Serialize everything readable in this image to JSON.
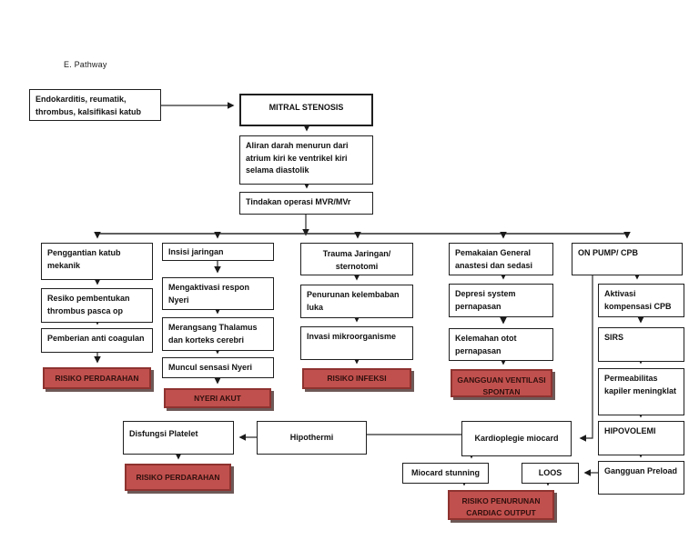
{
  "title": "E. Pathway",
  "colors": {
    "risk_fill": "#c0504d",
    "risk_border": "#8e3330",
    "line": "#2a2a2a"
  },
  "boxes": {
    "cause": "Endokarditis, reumatik, thrombus, kalsifikasi katub",
    "mitral": "MITRAL STENOSIS",
    "aliran": "Aliran darah  menurun dari atrium kiri ke ventrikel kiri selama diastolik",
    "tindakan": "Tindakan operasi MVR/MVr",
    "c1b1": "Penggantian katub mekanik",
    "c1b2": "Resiko pembentukan thrombus pasca op",
    "c1b3": "Pemberian anti coagulan",
    "c1risk": "RISIKO PERDARAHAN",
    "c2b1": "Insisi jaringan",
    "c2b2": "Mengaktivasi respon Nyeri",
    "c2b3": "Merangsang Thalamus dan korteks cerebri",
    "c2b4": "Muncul sensasi Nyeri",
    "c2risk": "NYERI AKUT",
    "c3b1": "Trauma Jaringan/ sternotomi",
    "c3b2": "Penurunan kelembaban luka",
    "c3b3": "Invasi mikroorganisme",
    "c3risk": "RISIKO INFEKSI",
    "c4b1": "Pemakaian General anastesi dan sedasi",
    "c4b2": "Depresi system pernapasan",
    "c4b3": "Kelemahan otot pernapasan",
    "c4risk": "GANGGUAN VENTILASI SPONTAN",
    "c5b1": "ON PUMP/ CPB",
    "c5b2": "Aktivasi kompensasi CPB",
    "c5b3": "SIRS",
    "c5b4": "Permeabilitas kapiler meningklat",
    "c5b5": "HIPOVOLEMI",
    "c5b6": "Gangguan Preload",
    "disfungsi": "Disfungsi Platelet",
    "riskPerdarahan2": "RISIKO PERDARAHAN",
    "hipothermi": "Hipothermi",
    "kardioplegie": "Kardioplegie miocard",
    "miocard": "Miocard stunning",
    "loos": "LOOS",
    "riskOutput": "RISIKO PENURUNAN CARDIAC OUTPUT"
  }
}
